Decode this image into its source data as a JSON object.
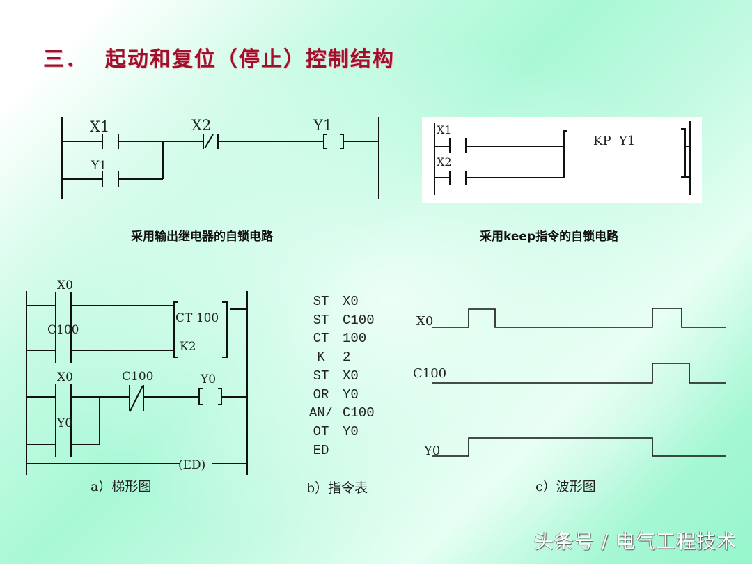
{
  "title": "三．  起动和复位（停止）控制结构",
  "colors": {
    "title": "#a0102a",
    "line": "#111111",
    "bg_light": "#ffffff",
    "bg_mint": "#96f6cc"
  },
  "circuit_relay": {
    "caption": "采用输出继电器的自锁电路",
    "contacts": [
      {
        "label": "X1",
        "type": "normally-open",
        "rung": 1
      },
      {
        "label": "Y1",
        "type": "normally-open",
        "rung": 2,
        "parallel_with": "X1"
      },
      {
        "label": "X2",
        "type": "normally-closed",
        "rung": 1
      }
    ],
    "coil": {
      "label": "Y1"
    }
  },
  "circuit_keep": {
    "caption": "采用keep指令的自锁电路",
    "contacts": [
      {
        "label": "X1",
        "type": "normally-open",
        "input": "set"
      },
      {
        "label": "X2",
        "type": "normally-open",
        "input": "reset"
      }
    ],
    "instruction_box": {
      "label": "KP  Y1"
    }
  },
  "ladder_diagram": {
    "caption": "a）梯形图",
    "rungs": [
      {
        "contact": "X0",
        "type": "normally-open",
        "target": "CT 100 (count input)"
      },
      {
        "contact": "C100",
        "type": "normally-open",
        "target": "CT 100 (reset input)"
      },
      {
        "contact": "X0",
        "type": "normally-open",
        "series": {
          "contact": "C100",
          "type": "normally-closed"
        },
        "coil": "Y0"
      },
      {
        "contact": "Y0",
        "type": "normally-open",
        "parallel_with": "X0"
      }
    ],
    "counter_box": {
      "line1": "CT  100",
      "line2": "K2"
    },
    "end": "(ED)",
    "labels": {
      "x0_top": "X0",
      "c100_left": "C100",
      "x0_mid": "X0",
      "c100_nc": "C100",
      "y0_coil": "Y0",
      "y0_contact": "Y0",
      "ct": "CT  100",
      "k2": "K2",
      "ed": "(ED)"
    }
  },
  "instruction_list": {
    "caption": "b）指令表",
    "rows": [
      {
        "op": "ST",
        "arg": "X0"
      },
      {
        "op": "ST",
        "arg": "C100"
      },
      {
        "op": "CT",
        "arg": "100"
      },
      {
        "op": "K",
        "arg": "2"
      },
      {
        "op": "ST",
        "arg": "X0"
      },
      {
        "op": "OR",
        "arg": "Y0"
      },
      {
        "op": "AN/",
        "arg": "C100"
      },
      {
        "op": "OT",
        "arg": "Y0"
      },
      {
        "op": "ED",
        "arg": ""
      }
    ]
  },
  "waveform": {
    "caption": "c）波形图",
    "signals": [
      {
        "name": "X0",
        "pulses": [
          [
            673,
            711
          ],
          [
            937,
            979
          ]
        ]
      },
      {
        "name": "C100",
        "pulses": [
          [
            937,
            990
          ]
        ]
      },
      {
        "name": "Y0",
        "pulses": [
          [
            673,
            937
          ]
        ]
      }
    ],
    "x_start": 620,
    "x_end": 1043
  },
  "watermark": "头条号 / 电气工程技术"
}
